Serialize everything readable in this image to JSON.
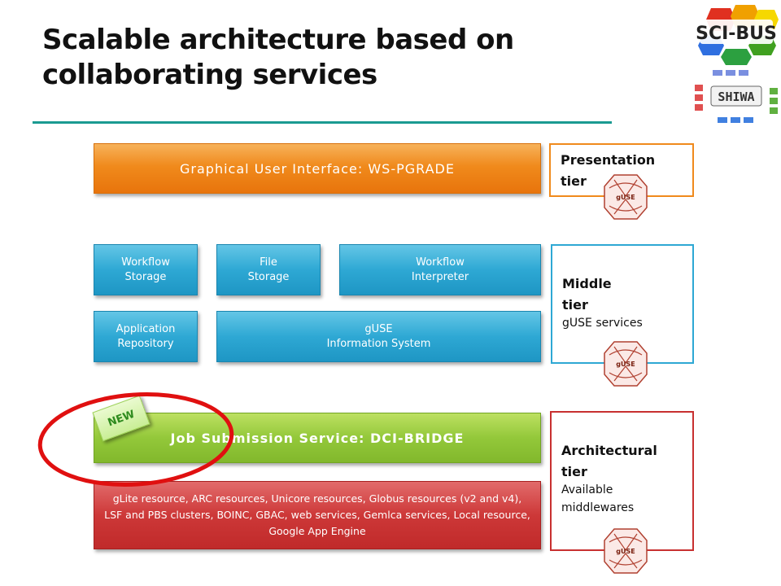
{
  "title": {
    "line1": "Scalable architecture based on",
    "line2": "collaborating services"
  },
  "logos": {
    "top": "SCI-BUS",
    "bottom": "SHIWA",
    "guse_stamp": "gUSE"
  },
  "presentation_tier": {
    "box": "Graphical User Interface: WS-PGRADE",
    "label": "Presentation\ntier"
  },
  "middle_tier": {
    "workflow_storage": "Workflow\nStorage",
    "file_storage": "File\nStorage",
    "workflow_interpreter": "Workflow\nInterpreter",
    "application_repository": "Application\nRepository",
    "guse_info_system": "gUSE\nInformation System",
    "label": "Middle\ntier",
    "sublabel": "gUSE services"
  },
  "architectural_tier": {
    "job_submission": "Job Submission Service: DCI-BRIDGE",
    "new_badge": "NEW",
    "resources": "gLite resource, ARC resources, Unicore resources, Globus resources (v2 and v4),\nLSF and PBS clusters, BOINC, GBAC, web services, Gemlca services, Local resource,\nGoogle App Engine",
    "label": "Architectural\ntier",
    "sublabel": "Available\nmiddlewares"
  },
  "colors": {
    "presentation": "#f08a1c",
    "middle": "#2ea8d4",
    "job_submission": "#93c83a",
    "resources": "#cd3838",
    "title_rule": "#1a9a91",
    "highlight_circle": "#e01010"
  }
}
